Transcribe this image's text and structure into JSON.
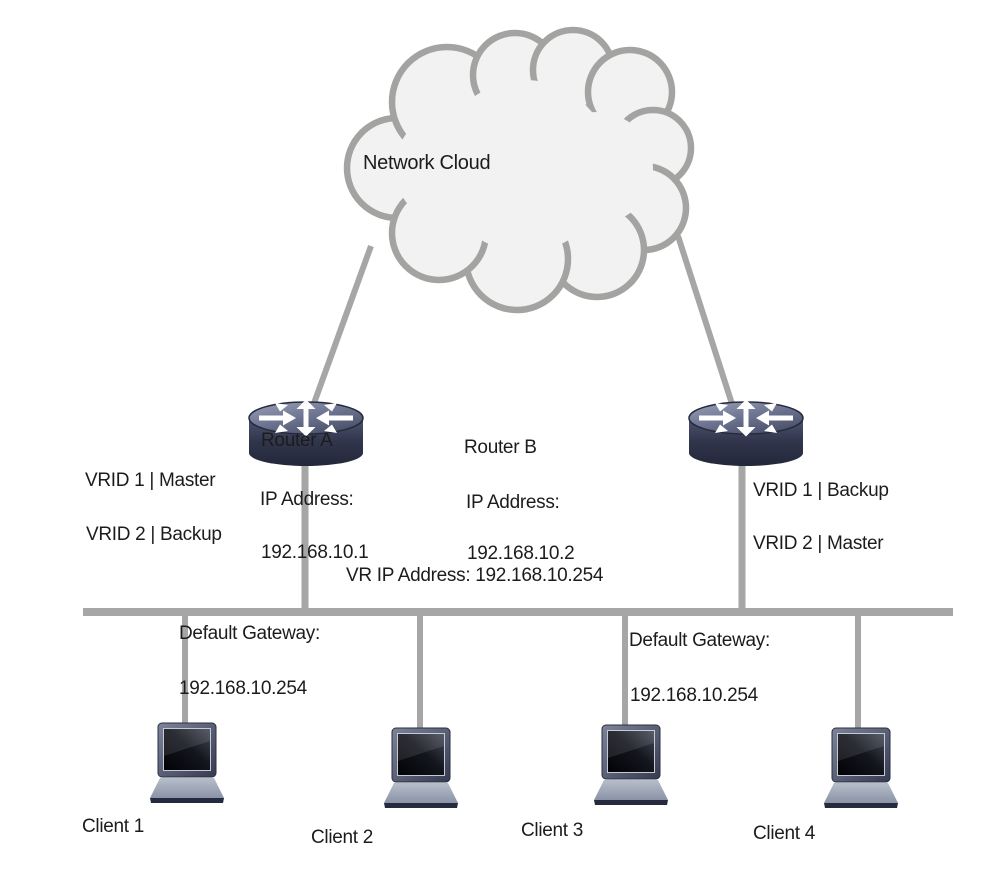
{
  "diagram": {
    "title_hint": "VRRP network topology",
    "cloud": {
      "label": "Network Cloud"
    },
    "router_a": {
      "label": "Router A",
      "vrid_lines": [
        "VRID 1 | Master",
        "VRID 2 | Backup"
      ],
      "ip_label": "IP Address:",
      "ip": "192.168.10.1"
    },
    "router_b": {
      "label": "Router B",
      "vrid_lines": [
        "VRID 1 | Backup",
        "VRID 2 | Master"
      ],
      "ip_label": "IP Address:",
      "ip": "192.168.10.2"
    },
    "virtual_router": {
      "label": "VR IP Address: 192.168.10.254"
    },
    "gateway_left": {
      "label": "Default Gateway:",
      "ip": "192.168.10.254"
    },
    "gateway_right": {
      "label": "Default Gateway:",
      "ip": "192.168.10.254"
    },
    "clients": [
      {
        "label": "Client 1"
      },
      {
        "label": "Client 2"
      },
      {
        "label": "Client 3"
      },
      {
        "label": "Client 4"
      }
    ],
    "colors": {
      "line_gray": "#a6a6a6",
      "cloud_fill": "#f2f2f2",
      "router_body": "#2f3348",
      "router_top": "#7c84a0",
      "laptop_base": "#9aa3b6",
      "text": "#1c1c1c"
    }
  }
}
